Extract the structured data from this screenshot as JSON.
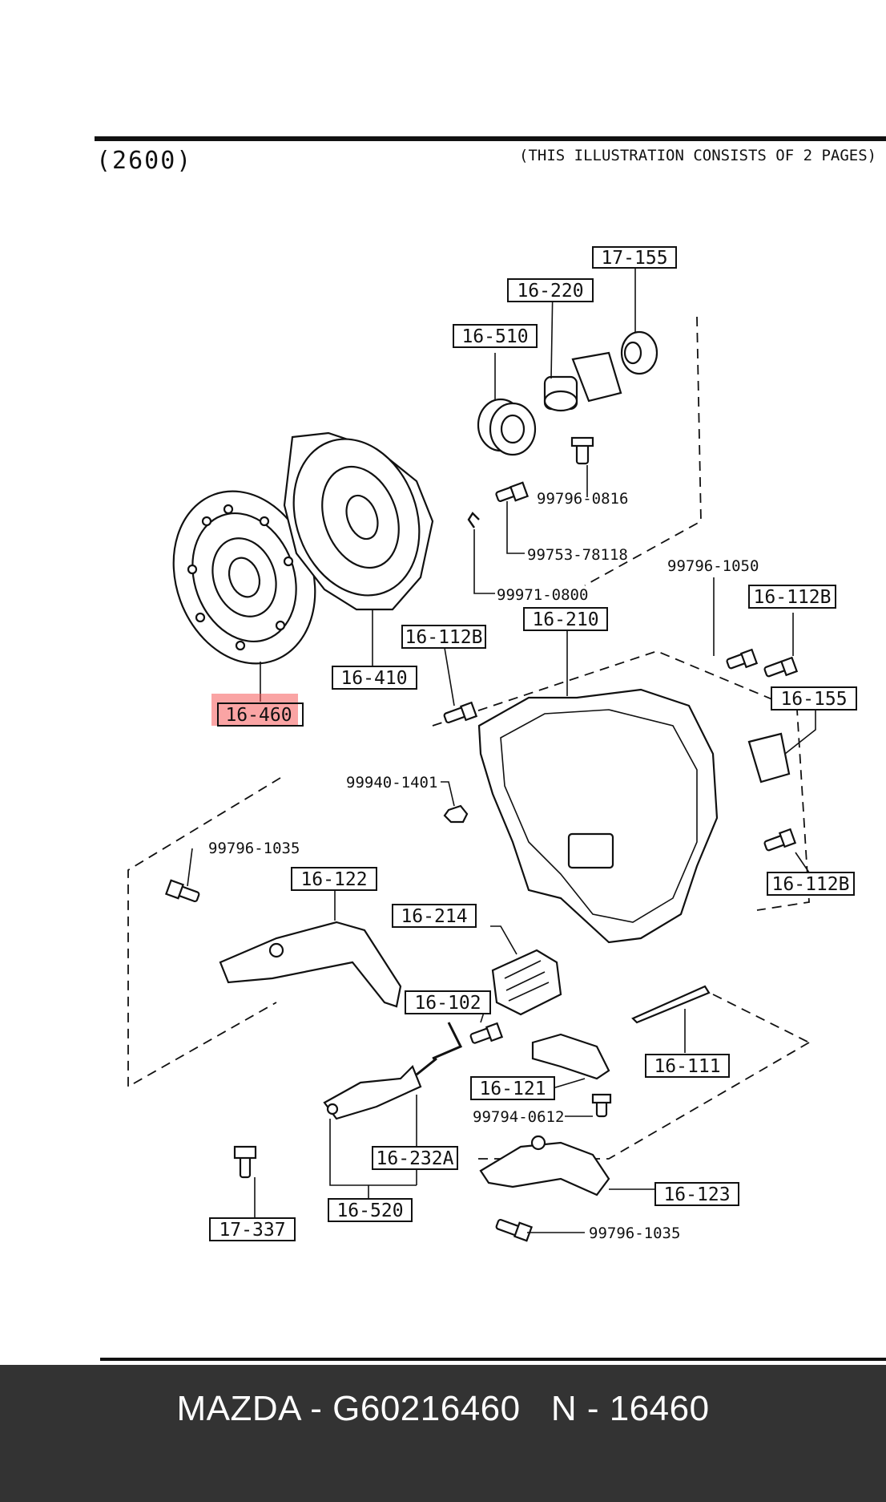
{
  "header": {
    "code": "(2600)",
    "note": "(THIS ILLUSTRATION CONSISTS OF  2 PAGES)"
  },
  "labels": {
    "p17155": "17-155",
    "p16220": "16-220",
    "p16510": "16-510",
    "p16410": "16-410",
    "p16460": "16-460",
    "p16112b_a": "16-112B",
    "p16112b_b": "16-112B",
    "p16112b_c": "16-112B",
    "p16210": "16-210",
    "p16155": "16-155",
    "p16122": "16-122",
    "p16214": "16-214",
    "p16102": "16-102",
    "p16121": "16-121",
    "p16111": "16-111",
    "p16232a": "16-232A",
    "p16520": "16-520",
    "p16123": "16-123",
    "p17337": "17-337"
  },
  "numbers": {
    "n99796_0816": "99796-0816",
    "n99753_78118": "99753-78118",
    "n99971_0800": "99971-0800",
    "n99796_1050": "99796-1050",
    "n99940_1401": "99940-1401",
    "n99796_1035_a": "99796-1035",
    "n99794_0612": "99794-0612",
    "n99796_1035_b": "99796-1035"
  },
  "highlight": {
    "part": "16-460",
    "color": "#f55a5a"
  },
  "footer": {
    "brand": "MAZDA",
    "part_number": "G60216460",
    "short_number": "N - 16460",
    "separator": " - "
  }
}
